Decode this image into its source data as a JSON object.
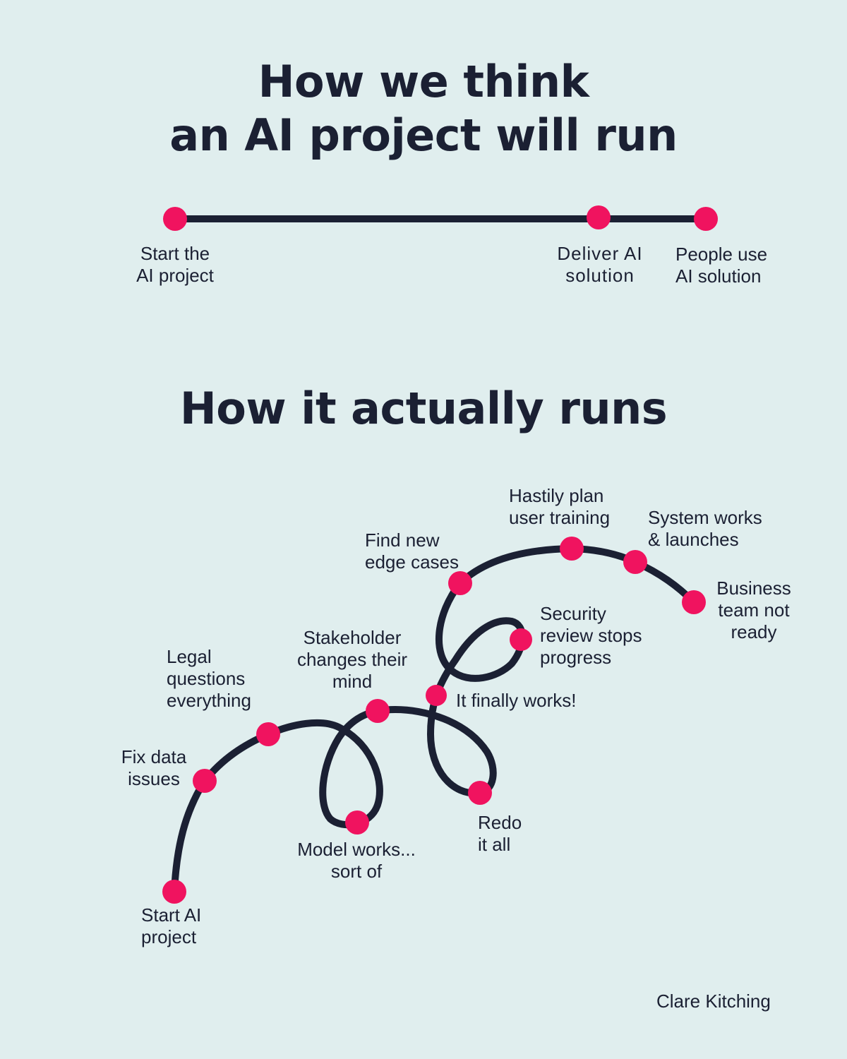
{
  "plan": {
    "title_line1": "How we think",
    "title_line2": "an AI project will run",
    "milestones": [
      {
        "line1": "Start the",
        "line2": "AI project"
      },
      {
        "line1": "Deliver AI",
        "line2": "solution"
      },
      {
        "line1": "People use",
        "line2": "AI solution"
      }
    ]
  },
  "actual": {
    "title": "How it actually runs",
    "milestones": [
      {
        "lines": [
          "Start AI",
          "project"
        ]
      },
      {
        "lines": [
          "Fix data",
          "issues"
        ]
      },
      {
        "lines": [
          "Legal",
          "questions",
          "everything"
        ]
      },
      {
        "lines": [
          "Model works...",
          "sort of"
        ]
      },
      {
        "lines": [
          "Stakeholder",
          "changes their",
          "mind"
        ]
      },
      {
        "lines": [
          "Redo",
          "it all"
        ]
      },
      {
        "lines": [
          "It finally works!"
        ]
      },
      {
        "lines": [
          "Security",
          "review stops",
          "progress"
        ]
      },
      {
        "lines": [
          "Find new",
          "edge cases"
        ]
      },
      {
        "lines": [
          "Hastily plan",
          "user training"
        ]
      },
      {
        "lines": [
          "System works",
          "& launches"
        ]
      },
      {
        "lines": [
          "Business",
          "team not",
          "ready"
        ]
      }
    ]
  },
  "author": "Clare Kitching",
  "colors": {
    "background": "#e0eeee",
    "line": "#1b2033",
    "dot": "#f0135f",
    "text": "#1b2033"
  }
}
